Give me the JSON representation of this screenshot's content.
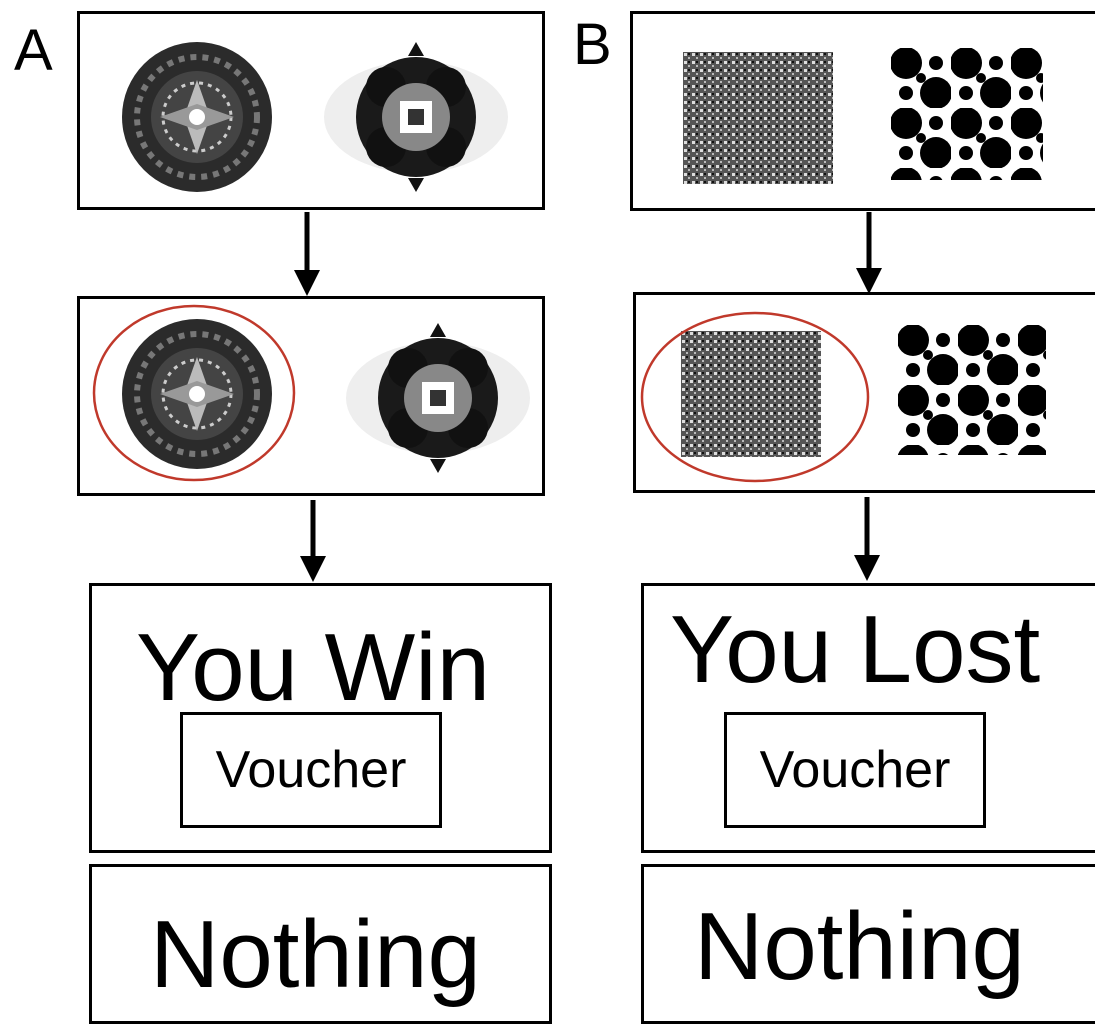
{
  "panels": [
    {
      "letter": "A",
      "stimulus_shape": "circle",
      "result_text": "You Win",
      "voucher_label": "Voucher",
      "nothing_label": "Nothing"
    },
    {
      "letter": "B",
      "stimulus_shape": "square",
      "result_text": "You Lost",
      "voucher_label": "Voucher",
      "nothing_label": "Nothing"
    }
  ],
  "colors": {
    "selection_ring": "#c0392b",
    "stroke": "#000000",
    "pattern_dark": "#222222",
    "pattern_mid": "#666666",
    "pattern_light": "#dddddd"
  },
  "icons": {
    "selected_marker": "red-ellipse",
    "flow_arrow": "down-arrow"
  }
}
